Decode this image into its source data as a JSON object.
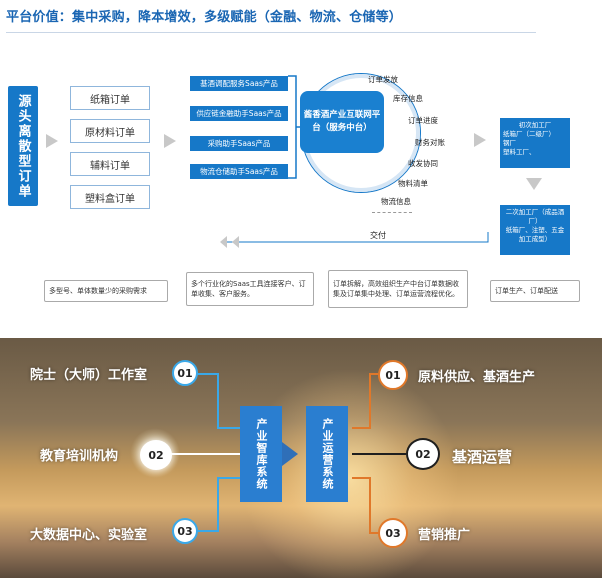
{
  "title": "平台价值：集中采购，降本增效，多级赋能（金融、物流、仓储等）",
  "source_label": "源头离散型订单",
  "orders": [
    "纸箱订单",
    "原材料订单",
    "辅料订单",
    "塑料盒订单"
  ],
  "services": [
    "基酒调配服务Saas产品",
    "供应链金融助手Saas产品",
    "采购助手Saas产品",
    "物流仓储助手Saas产品"
  ],
  "hub_label": "酱香酒产业互联网平台（服务中台）",
  "orbit_labels": [
    "订单发放",
    "库存信息",
    "订单进度",
    "财务对账",
    "收发协同",
    "物料清单",
    "物流信息"
  ],
  "processors_1": [
    "初次加工厂",
    "纸箱厂（二级厂）",
    "塑料工厂、"
  ],
  "processors_1_mid": "钢厂",
  "processors_2": [
    "二次加工厂（成品酒厂）",
    "纸箱厂、注塑、五金加工成型）"
  ],
  "delivery_label": "交付",
  "notes": [
    "多型号、单体数量少的采购需求",
    "多个行业化的Saas工具连接客户、订单收集、客户服务。",
    "订单拆解，高效组织生产中台订单数据收集及订单集中处理、订单运营流程优化。",
    "订单生产、订单配送"
  ],
  "left_items": [
    {
      "num": "01",
      "label": "院士（大师）工作室"
    },
    {
      "num": "02",
      "label": "教育培训机构"
    },
    {
      "num": "03",
      "label": "大数据中心、实验室"
    }
  ],
  "center_left": "产业智库系统",
  "center_right": "产业运营系统",
  "right_items": [
    {
      "num": "01",
      "label": "原料供应、基酒生产"
    },
    {
      "num": "02",
      "label": "基酒运营"
    },
    {
      "num": "03",
      "label": "营销推广"
    }
  ],
  "colors": {
    "blue": "#1678c8",
    "orange": "#e0782a",
    "dark": "#1f1f1f"
  }
}
